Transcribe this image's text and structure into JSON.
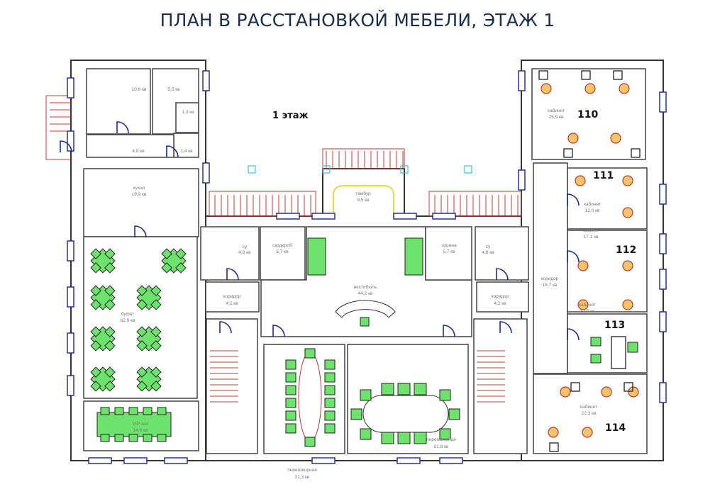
{
  "title": "ПЛАН В РАССТАНОВКОЙ МЕБЕЛИ, ЭТАЖ 1",
  "floor_label": "1 этаж",
  "colors": {
    "title": "#1b2d4f",
    "walls": "#333333",
    "windows": "#2430a0",
    "furniture": "#6de36d",
    "railings": "#cc3333",
    "columns": "#33cccc"
  },
  "rooms": {
    "r106": {
      "area": "10,6 кв"
    },
    "r55": {
      "area": "5,5 кв"
    },
    "r13": {
      "area": "1,3 кв"
    },
    "r14": {
      "area": "1,4 кв"
    },
    "r48": {
      "area": "4,8 кв"
    },
    "kitchen": {
      "name": "кухня",
      "area": "19,9 кв"
    },
    "buffet": {
      "name": "буфет",
      "area": "62,9 кв"
    },
    "vip": {
      "name": "VIP зал",
      "area": "14,6 кв"
    },
    "wc_left": {
      "name": "су",
      "area": "4,8 кв"
    },
    "wardrobe": {
      "name": "гардероб",
      "area": "5,7 кв"
    },
    "tambour": {
      "name": "тамбур",
      "area": "9,5 кв"
    },
    "security": {
      "name": "охрана",
      "area": "5,7 кв"
    },
    "wc_right": {
      "name": "су",
      "area": "4,8 кв"
    },
    "corr_left": {
      "name": "коридор",
      "area": "4,2 кв"
    },
    "corr_right": {
      "name": "коридор",
      "area": "4,2 кв"
    },
    "lobby": {
      "name": "вестибюль",
      "area": "44,2 кв"
    },
    "meet1": {
      "name": "переговорная",
      "area": "21,3 кв"
    },
    "meet2": {
      "name": "переговорная",
      "area": "31,8 кв"
    },
    "corr_wing": {
      "name": "коридор",
      "area": "18,7 кв"
    },
    "o110": {
      "number": "110",
      "name": "кабинет",
      "area": "25,9 кв"
    },
    "o111": {
      "number": "111",
      "name": "кабинет",
      "area": "12,0 кв"
    },
    "o112": {
      "number": "112",
      "name": "кабинет",
      "area": "17,1 кв"
    },
    "o113": {
      "number": "113",
      "name": "кабинет",
      "area": "12,0 кв"
    },
    "o114": {
      "number": "114",
      "name": "кабинет",
      "area": "22,3 кв"
    }
  }
}
